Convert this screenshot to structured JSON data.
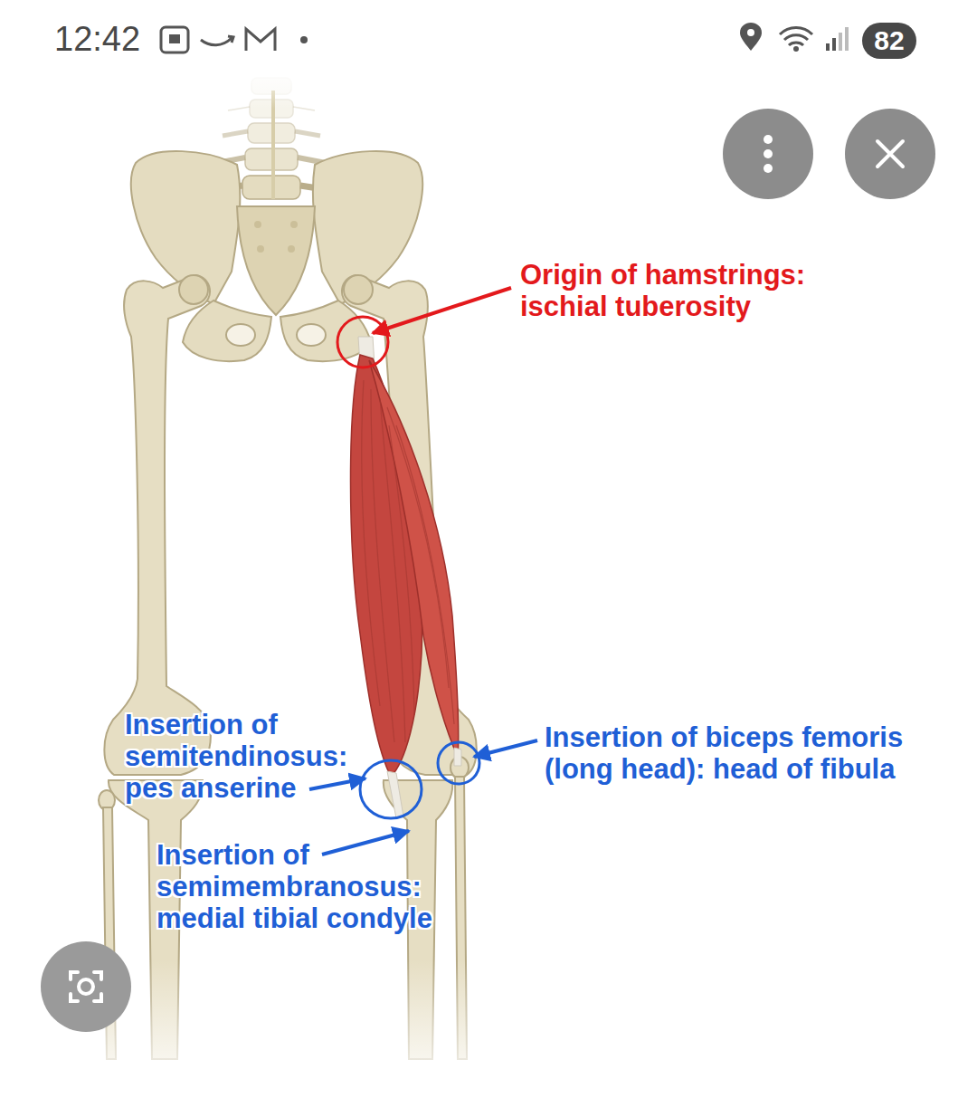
{
  "diagram": {
    "labels": [
      "12:42",
      "82",
      "Origin of hamstrings: ischial tuberosity",
      "Insertion of semitendinosus: pes anserine",
      "Insertion of biceps femoris (long head): head of fibula",
      "Insertion of semimembranosus: medial tibial condyle"
    ]
  }
}
